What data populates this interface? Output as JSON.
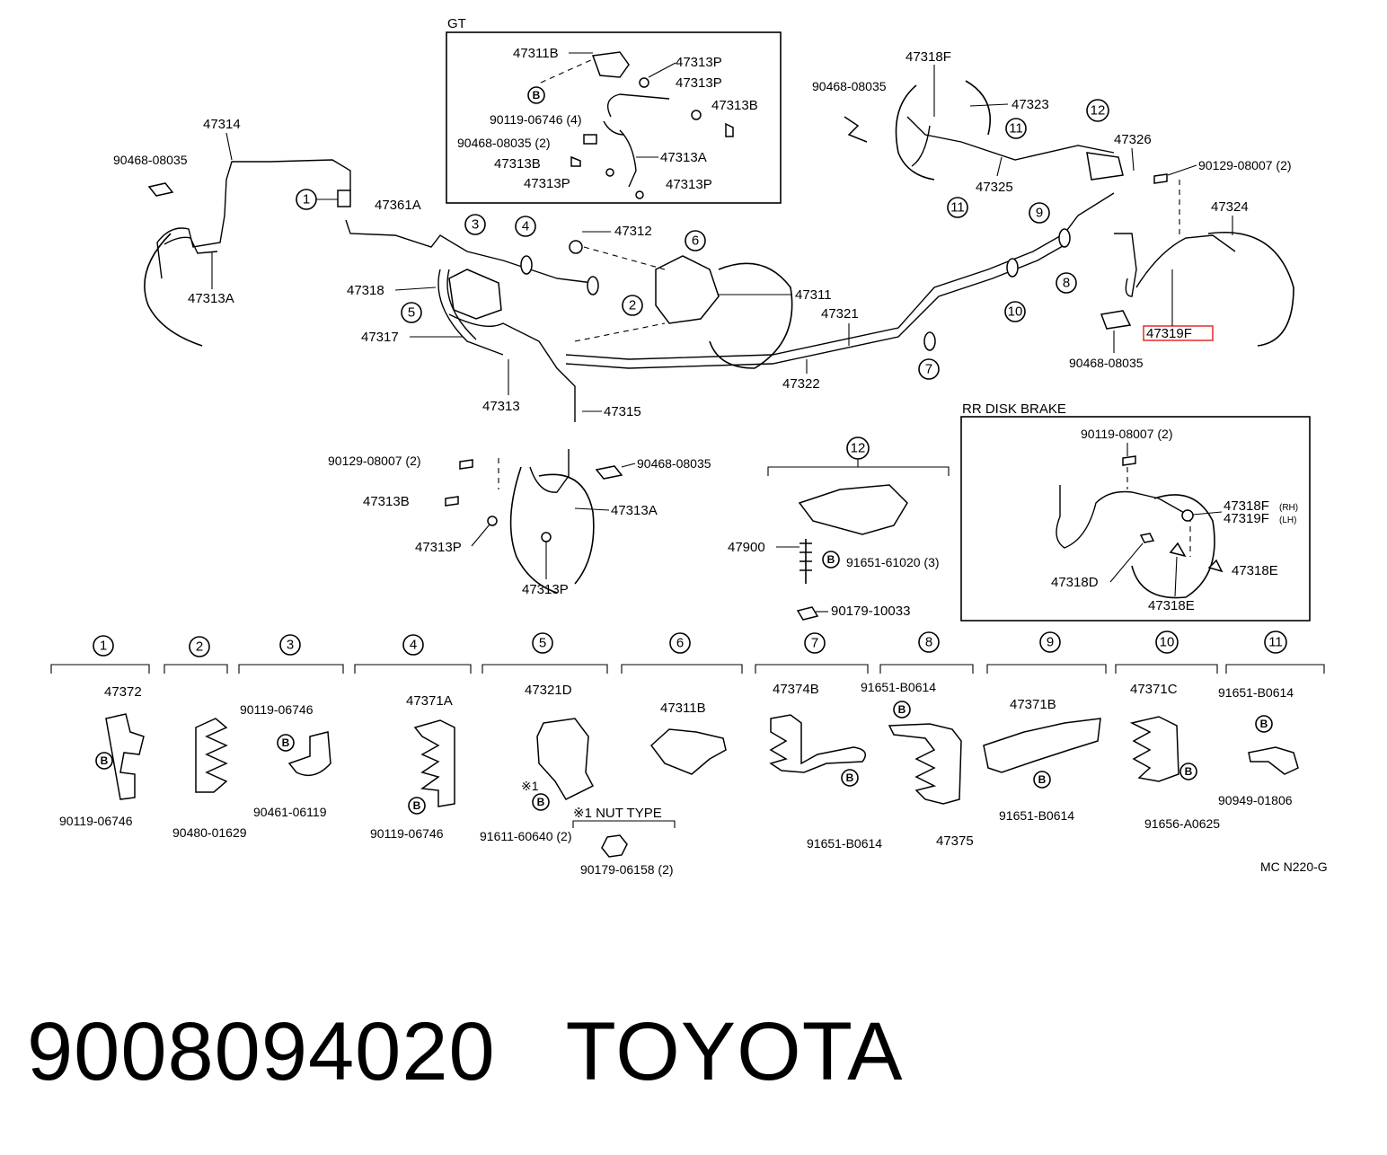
{
  "title": "9008094020   TOYOTA",
  "diagram_code": "MC N220-G",
  "highlight_color": "#e53935",
  "insets": {
    "gt": "GT",
    "rr_disk": "RR DISK BRAKE",
    "nut_type": "※1 NUT TYPE"
  },
  "labels": {
    "a47314": "47314",
    "a90468_08035_left": "90468-08035",
    "a47313A_left": "47313A",
    "a47361A": "47361A",
    "a47318": "47318",
    "a47317": "47317",
    "a47313": "47313",
    "a47315": "47315",
    "a47312": "47312",
    "a47311": "47311",
    "a47321": "47321",
    "a47322": "47322",
    "g47311B": "47311B",
    "g47313P_1": "47313P",
    "g47313P_2": "47313P",
    "g47313B_1": "47313B",
    "g90119_06746": "90119-06746 (4)",
    "g90468_08035": "90468-08035 (2)",
    "g47313B_2": "47313B",
    "g47313A": "47313A",
    "g47313P_3": "47313P",
    "g47313P_4": "47313P",
    "r90468_08035_top": "90468-08035",
    "r47318F": "47318F",
    "r47323": "47323",
    "r47326": "47326",
    "r47325": "47325",
    "r90129_08007": "90129-08007 (2)",
    "r47324": "47324",
    "r47319F": "47319F",
    "r90468_08035_bot": "90468-08035",
    "c90129_08007": "90129-08007 (2)",
    "c90468_08035": "90468-08035",
    "c47313B": "47313B",
    "c47313A": "47313A",
    "c47313P_1": "47313P",
    "c47313P_2": "47313P",
    "v47900": "47900",
    "v91651_61020": "91651-61020 (3)",
    "v90179_10033": "90179-10033",
    "d90119_08007": "90119-08007 (2)",
    "d47318F": "47318F",
    "d47318F_rh": "(RH)",
    "d47319F": "47319F",
    "d47319F_lh": "(LH)",
    "d47318D": "47318D",
    "d47318E_1": "47318E",
    "d47318E_2": "47318E"
  },
  "callouts": {
    "n1": "1",
    "n2": "2",
    "n3": "3",
    "n4": "4",
    "n5": "5",
    "n6": "6",
    "n7": "7",
    "n8": "8",
    "n9": "9",
    "n10": "10",
    "n11a": "11",
    "n11b": "11",
    "n12a": "12",
    "n12b": "12",
    "b": "B"
  },
  "details": [
    {
      "num": "1",
      "labels": [
        "47372",
        "90119-06746"
      ]
    },
    {
      "num": "2",
      "labels": [
        "90480-01629"
      ]
    },
    {
      "num": "3",
      "labels": [
        "90119-06746",
        "90461-06119"
      ]
    },
    {
      "num": "4",
      "labels": [
        "47371A",
        "90119-06746"
      ]
    },
    {
      "num": "5",
      "labels": [
        "47321D",
        "※1",
        "91611-60640 (2)",
        "90179-06158 (2)"
      ]
    },
    {
      "num": "6",
      "labels": [
        "47311B"
      ]
    },
    {
      "num": "7",
      "labels": [
        "47374B",
        "91651-B0614"
      ]
    },
    {
      "num": "8",
      "labels": [
        "91651-B0614",
        "47375"
      ]
    },
    {
      "num": "9",
      "labels": [
        "47371B",
        "91651-B0614"
      ]
    },
    {
      "num": "10",
      "labels": [
        "47371C",
        "91656-A0625"
      ]
    },
    {
      "num": "11",
      "labels": [
        "91651-B0614",
        "90949-01806"
      ]
    }
  ]
}
